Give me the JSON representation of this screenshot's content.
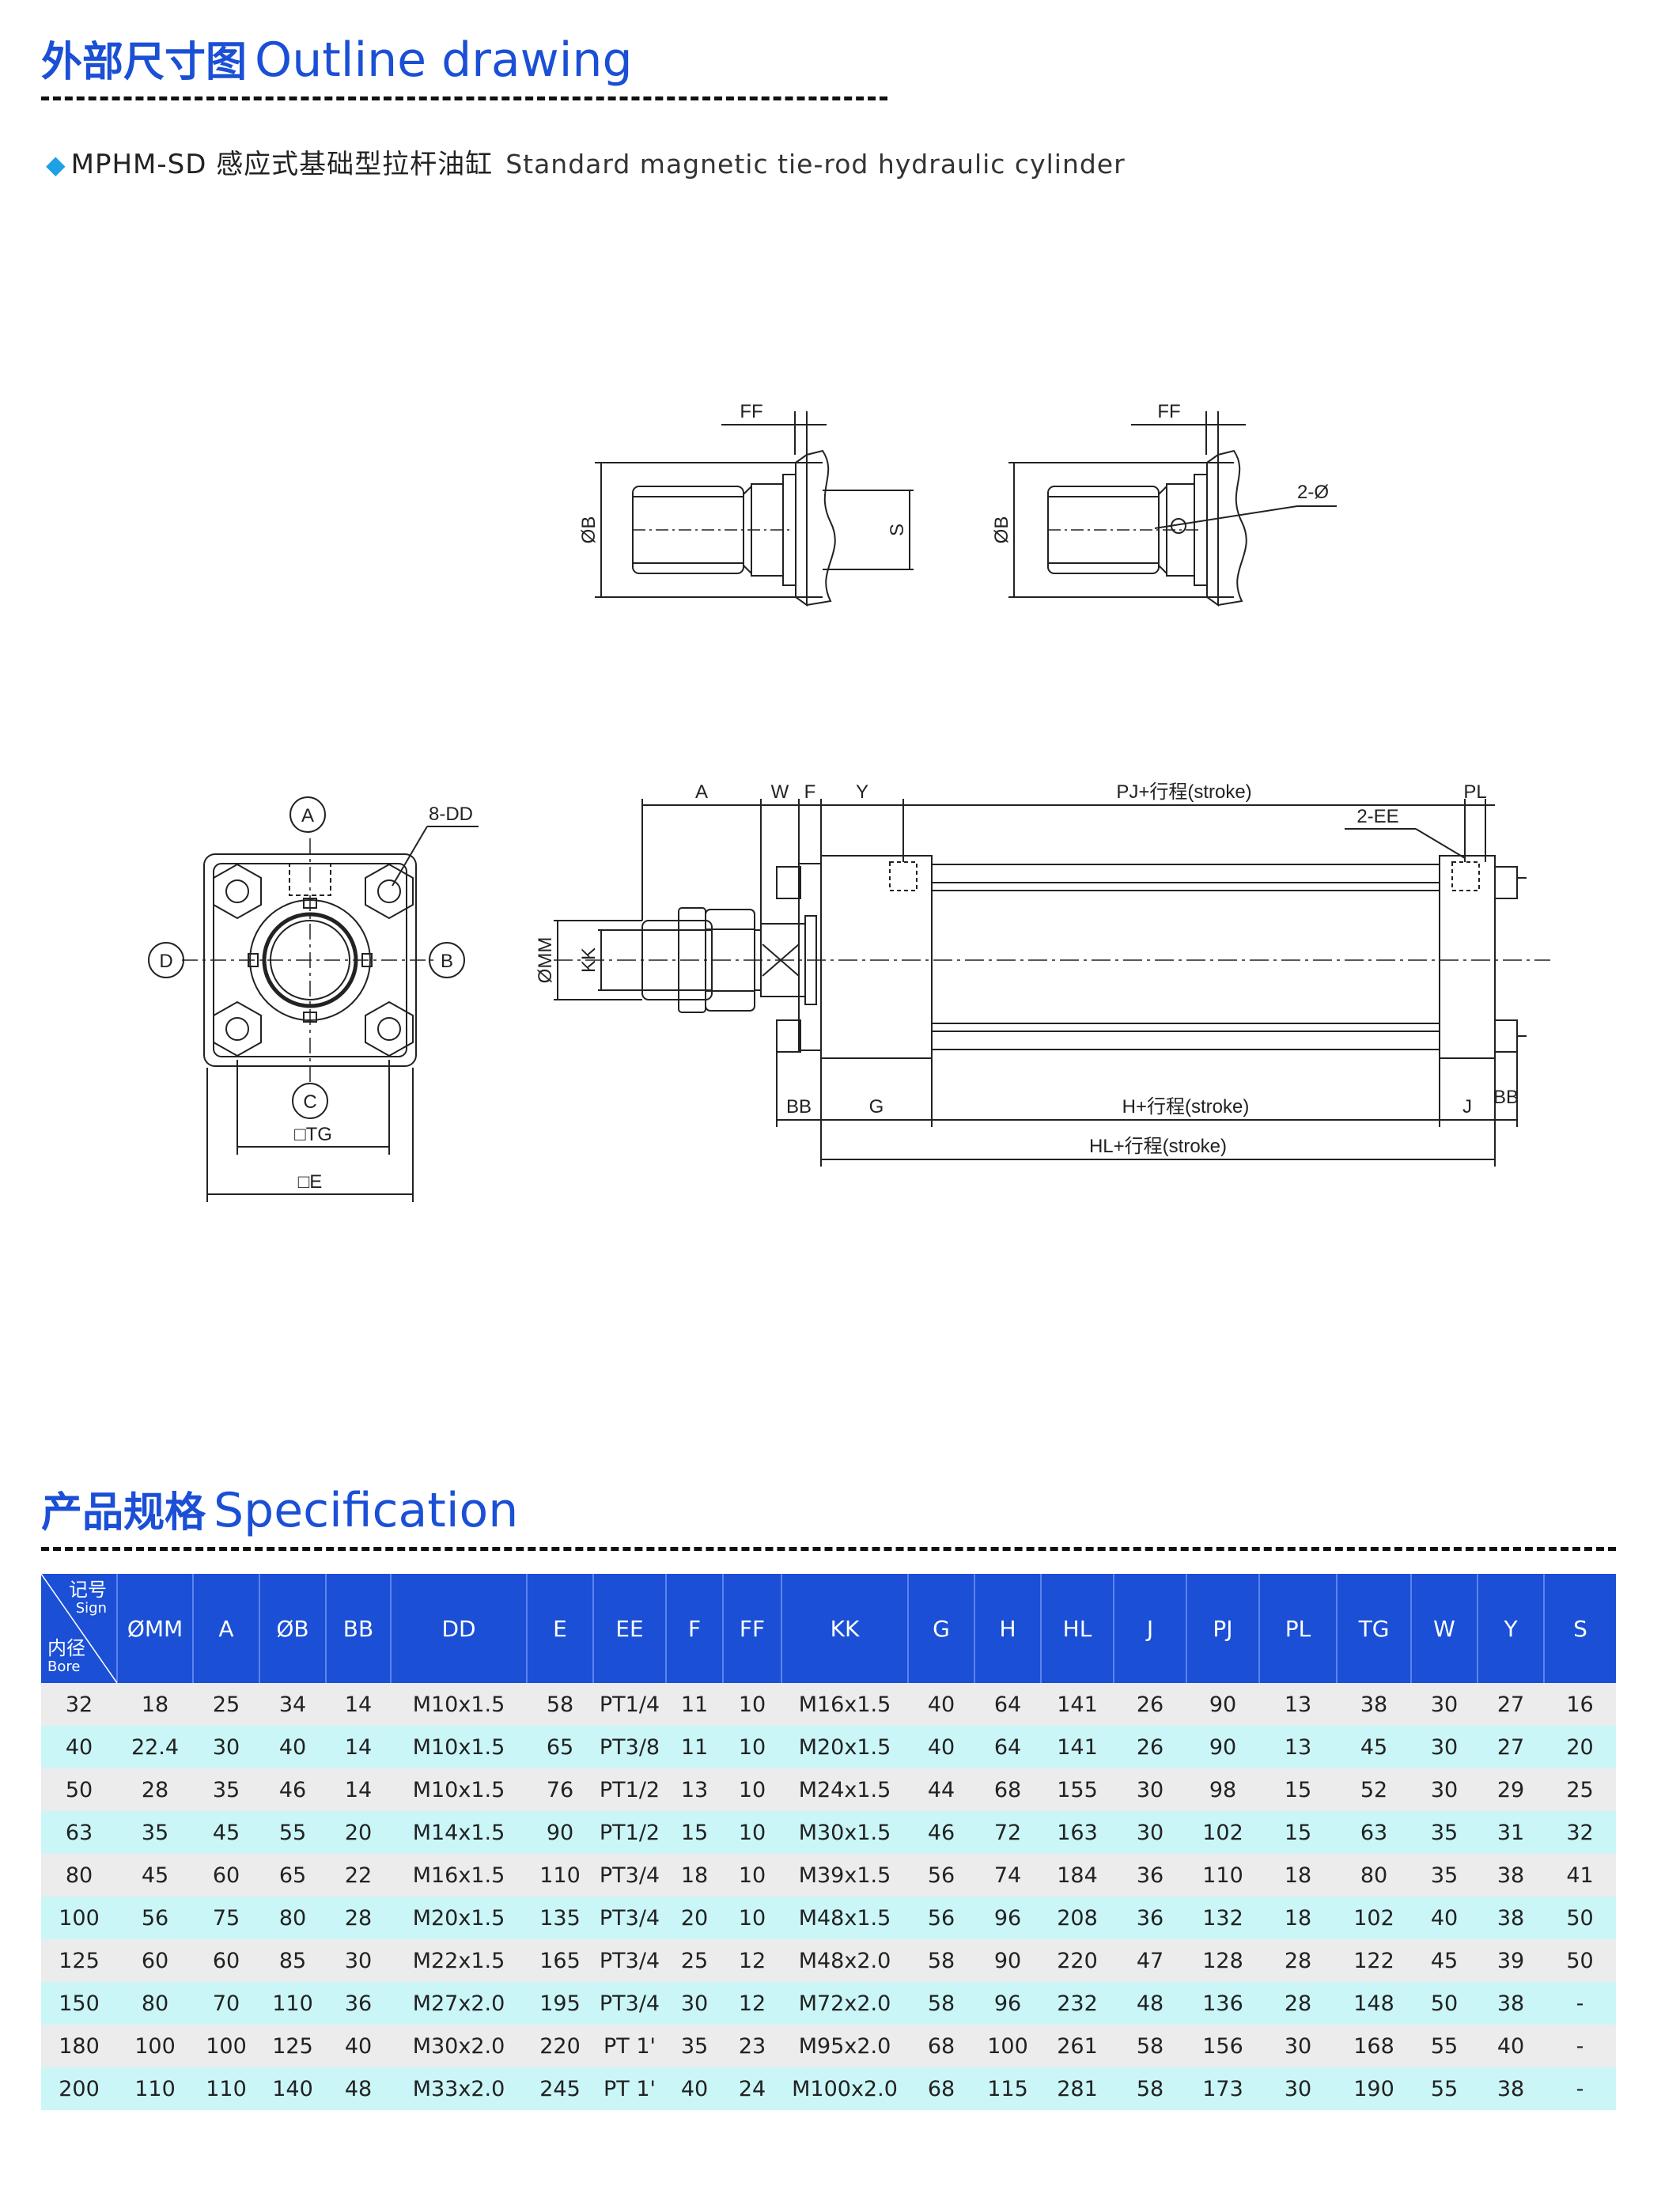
{
  "header1": {
    "cn": "外部尺寸图",
    "en": "Outline drawing"
  },
  "subtitle": {
    "cn": "MPHM-SD 感应式基础型拉杆油缸",
    "en": "Standard magnetic tie-rod hydraulic cylinder"
  },
  "header2": {
    "cn": "产品规格",
    "en": "Specification"
  },
  "drawing_labels": {
    "ff": "FF",
    "phi_b": "ØB",
    "s": "S",
    "two_phi": "2-Ø",
    "a_circle": "A",
    "b_circle": "B",
    "c_circle": "C",
    "d_circle": "D",
    "eight_dd": "8-DD",
    "tg": "□TG",
    "e": "□E",
    "a": "A",
    "w": "W",
    "f": "F",
    "y": "Y",
    "pj_stroke": "PJ+行程(stroke)",
    "pl": "PL",
    "two_ee": "2-EE",
    "phi_mm": "ØMM",
    "kk": "KK",
    "bb_left": "BB",
    "g": "G",
    "h_stroke": "H+行程(stroke)",
    "j": "J",
    "bb_right": "BB",
    "hl_stroke": "HL+行程(stroke)"
  },
  "table": {
    "corner": {
      "sign_cn": "记号",
      "sign_en": "Sign",
      "bore_cn": "内径",
      "bore_en": "Bore"
    },
    "headers": [
      "ØMM",
      "A",
      "ØB",
      "BB",
      "DD",
      "E",
      "EE",
      "F",
      "FF",
      "KK",
      "G",
      "H",
      "HL",
      "J",
      "PJ",
      "PL",
      "TG",
      "W",
      "Y",
      "S"
    ],
    "rows": [
      [
        "32",
        "18",
        "25",
        "34",
        "14",
        "M10x1.5",
        "58",
        "PT1/4",
        "11",
        "10",
        "M16x1.5",
        "40",
        "64",
        "141",
        "26",
        "90",
        "13",
        "38",
        "30",
        "27",
        "16"
      ],
      [
        "40",
        "22.4",
        "30",
        "40",
        "14",
        "M10x1.5",
        "65",
        "PT3/8",
        "11",
        "10",
        "M20x1.5",
        "40",
        "64",
        "141",
        "26",
        "90",
        "13",
        "45",
        "30",
        "27",
        "20"
      ],
      [
        "50",
        "28",
        "35",
        "46",
        "14",
        "M10x1.5",
        "76",
        "PT1/2",
        "13",
        "10",
        "M24x1.5",
        "44",
        "68",
        "155",
        "30",
        "98",
        "15",
        "52",
        "30",
        "29",
        "25"
      ],
      [
        "63",
        "35",
        "45",
        "55",
        "20",
        "M14x1.5",
        "90",
        "PT1/2",
        "15",
        "10",
        "M30x1.5",
        "46",
        "72",
        "163",
        "30",
        "102",
        "15",
        "63",
        "35",
        "31",
        "32"
      ],
      [
        "80",
        "45",
        "60",
        "65",
        "22",
        "M16x1.5",
        "110",
        "PT3/4",
        "18",
        "10",
        "M39x1.5",
        "56",
        "74",
        "184",
        "36",
        "110",
        "18",
        "80",
        "35",
        "38",
        "41"
      ],
      [
        "100",
        "56",
        "75",
        "80",
        "28",
        "M20x1.5",
        "135",
        "PT3/4",
        "20",
        "10",
        "M48x1.5",
        "56",
        "96",
        "208",
        "36",
        "132",
        "18",
        "102",
        "40",
        "38",
        "50"
      ],
      [
        "125",
        "60",
        "60",
        "85",
        "30",
        "M22x1.5",
        "165",
        "PT3/4",
        "25",
        "12",
        "M48x2.0",
        "58",
        "90",
        "220",
        "47",
        "128",
        "28",
        "122",
        "45",
        "39",
        "50"
      ],
      [
        "150",
        "80",
        "70",
        "110",
        "36",
        "M27x2.0",
        "195",
        "PT3/4",
        "30",
        "12",
        "M72x2.0",
        "58",
        "96",
        "232",
        "48",
        "136",
        "28",
        "148",
        "50",
        "38",
        "-"
      ],
      [
        "180",
        "100",
        "100",
        "125",
        "40",
        "M30x2.0",
        "220",
        "PT 1'",
        "35",
        "23",
        "M95x2.0",
        "68",
        "100",
        "261",
        "58",
        "156",
        "30",
        "168",
        "55",
        "40",
        "-"
      ],
      [
        "200",
        "110",
        "110",
        "140",
        "48",
        "M33x2.0",
        "245",
        "PT 1'",
        "40",
        "24",
        "M100x2.0",
        "68",
        "115",
        "281",
        "58",
        "173",
        "30",
        "190",
        "55",
        "38",
        "-"
      ]
    ]
  }
}
